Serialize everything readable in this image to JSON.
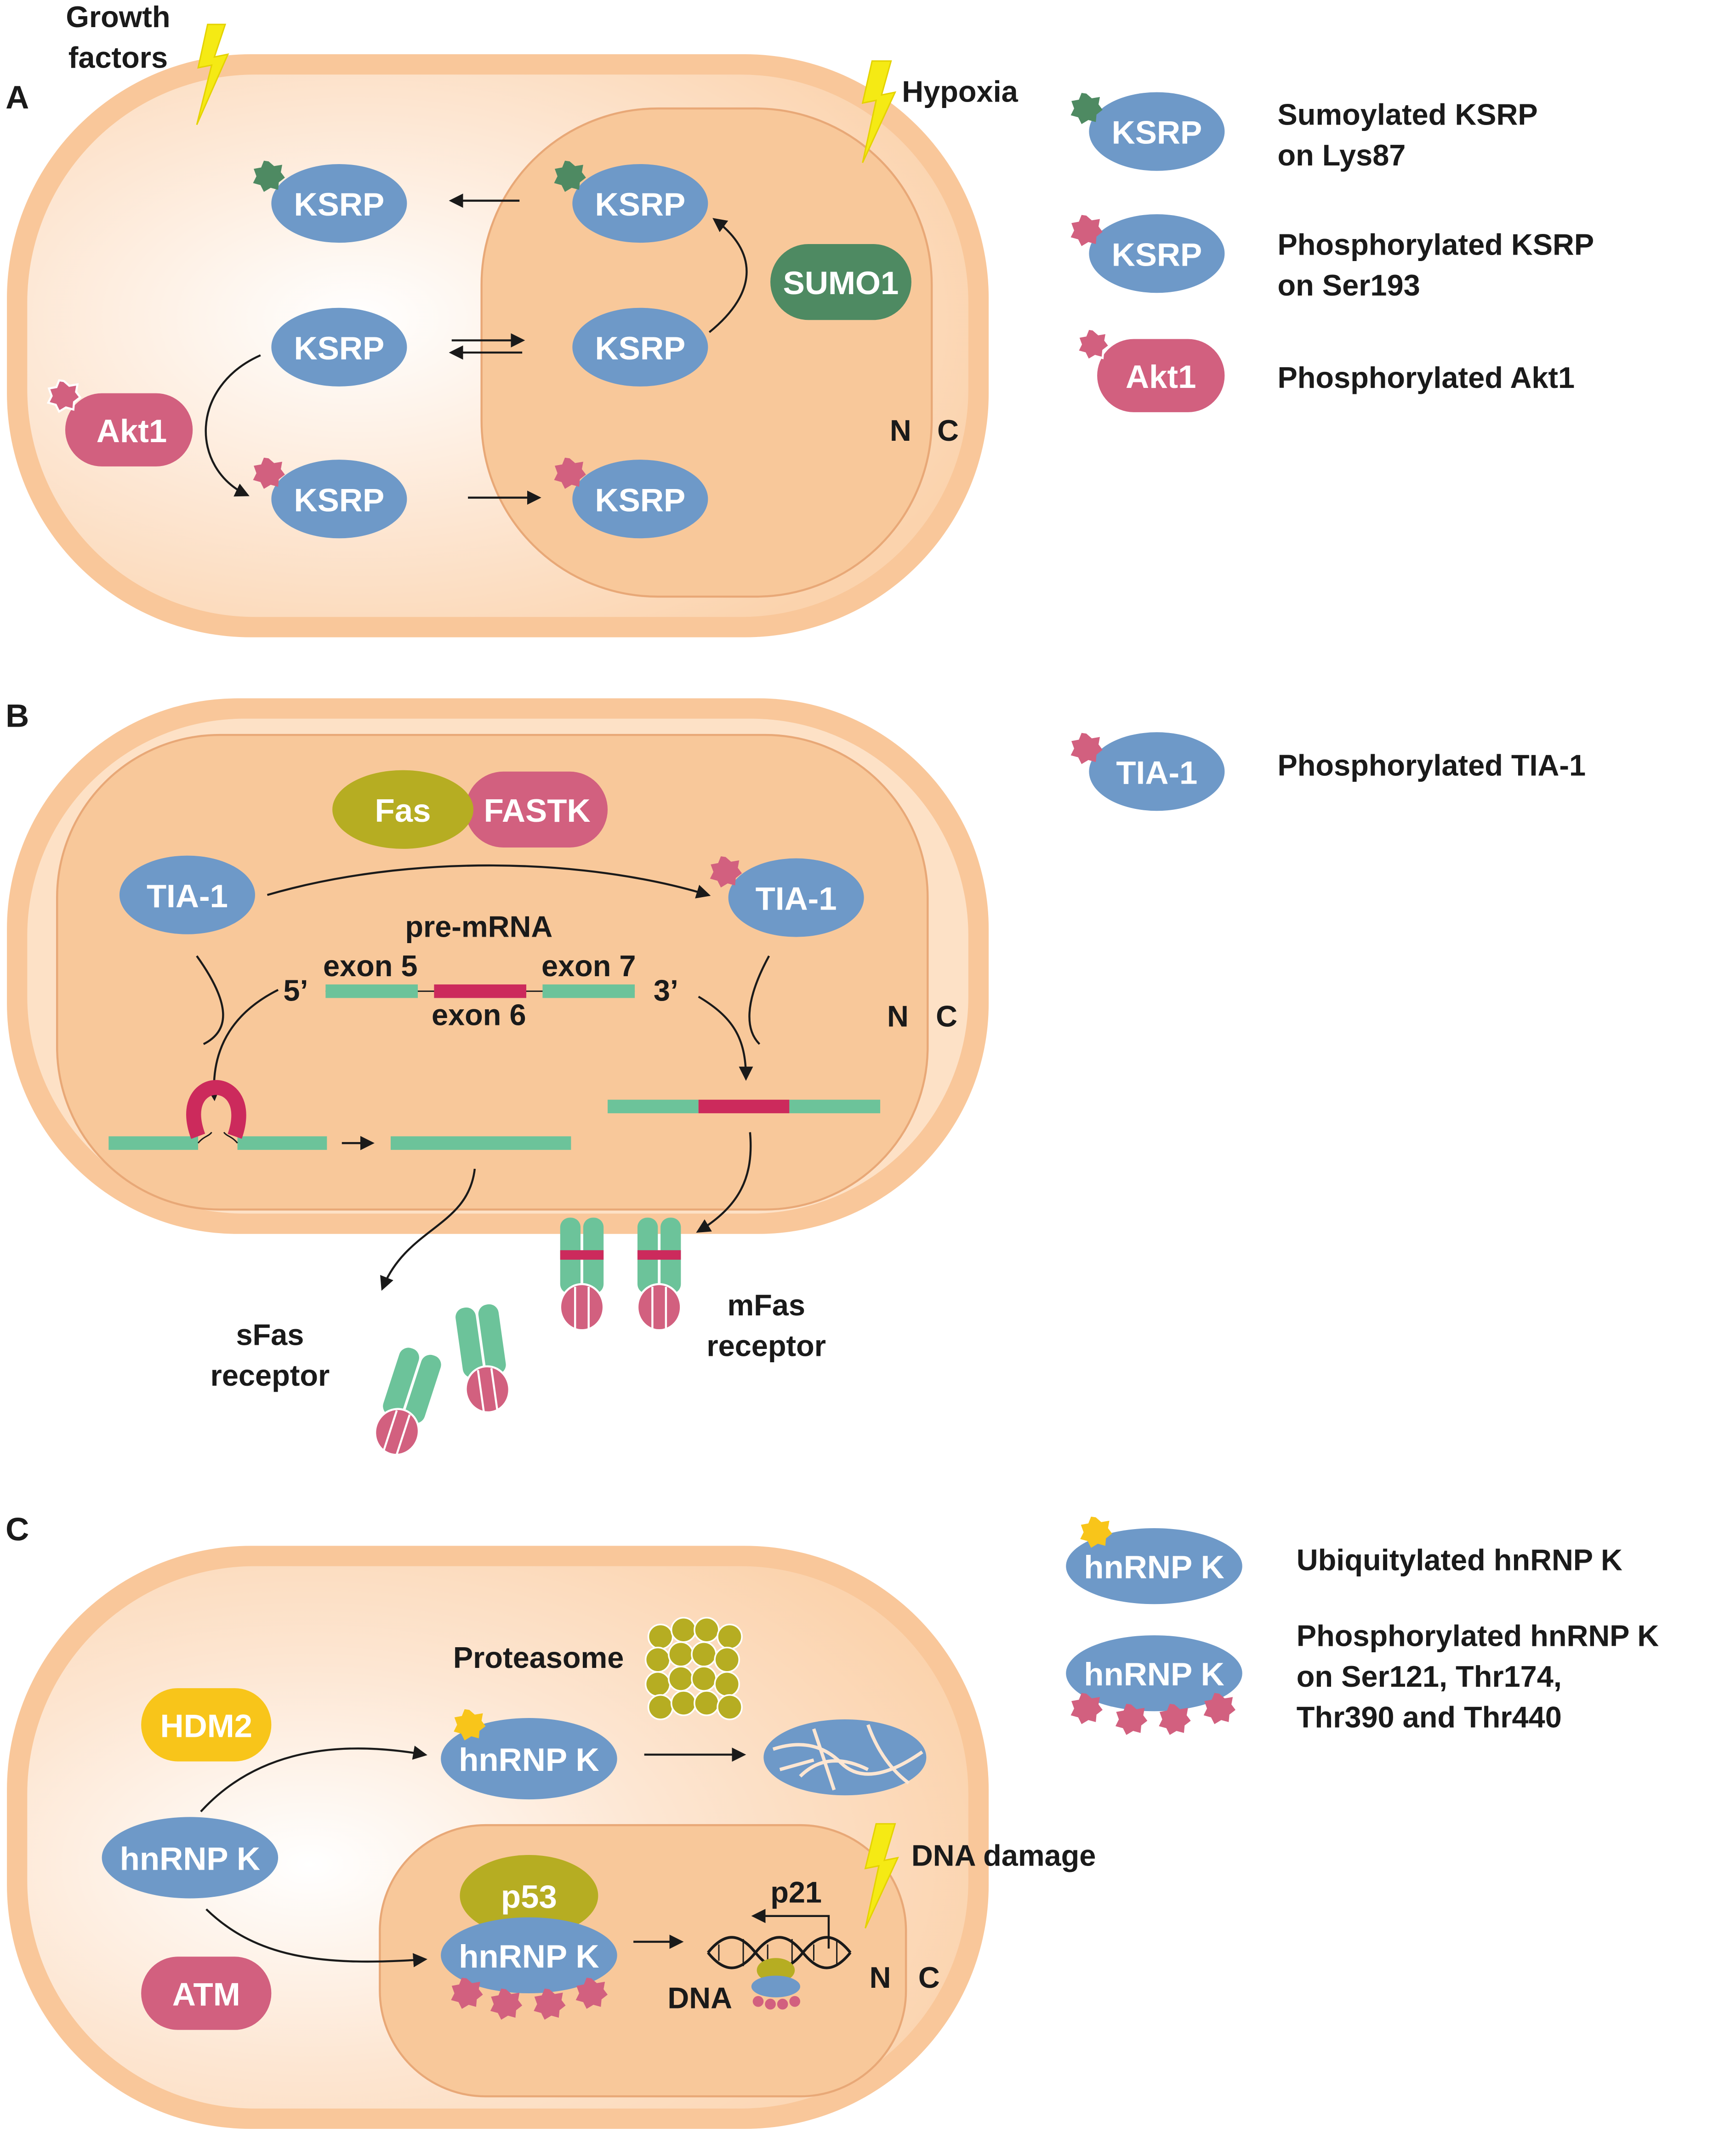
{
  "panel_letters": {
    "a": "A",
    "b": "B",
    "c": "C"
  },
  "stimuli": {
    "growth_factors": [
      "Growth",
      "factors"
    ],
    "hypoxia": "Hypoxia",
    "dna_damage": "DNA damage"
  },
  "compartments": {
    "nucleus": "N",
    "cytoplasm": "C"
  },
  "proteins": {
    "ksrp": "KSRP",
    "sumo1": "SUMO1",
    "akt1": "Akt1",
    "tia1": "TIA-1",
    "fas": "Fas",
    "fastk": "FASTK",
    "hnrnpk": "hnRNP K",
    "hdm2": "HDM2",
    "atm": "ATM",
    "p53": "p53"
  },
  "panel_b": {
    "pre_mrna": "pre-mRNA",
    "exon5": "exon 5",
    "exon6": "exon 6",
    "exon7": "exon 7",
    "five_prime": "5’",
    "three_prime": "3’",
    "sfas": [
      "sFas",
      "receptor"
    ],
    "mfas": [
      "mFas",
      "receptor"
    ]
  },
  "panel_c": {
    "proteasome": "Proteasome",
    "p21": "p21",
    "dna": "DNA"
  },
  "legend": {
    "sumo_ksrp": [
      "Sumoylated KSRP",
      "on Lys87"
    ],
    "phos_ksrp": [
      "Phosphorylated KSRP",
      "on Ser193"
    ],
    "phos_akt1": "Phosphorylated Akt1",
    "phos_tia1": "Phosphorylated TIA-1",
    "ubiq_hnrnpk": "Ubiquitylated hnRNP K",
    "phos_hnrnpk": [
      "Phosphorylated hnRNP K",
      "on Ser121, Thr174,",
      "Thr390 and Thr440"
    ]
  },
  "colors": {
    "cell_membrane": "#f9c79a",
    "cytoplasm": "#fde5d0",
    "nucleus": "#f8c89a",
    "blue_protein": "#6e99c8",
    "pink_protein": "#d2607f",
    "green_sumo": "#4e8a62",
    "olive": "#b6ad22",
    "yellow": "#f8c51a",
    "teal_exon": "#6cc39a",
    "red_exon": "#cc2a5c",
    "lightning": "#f5ea14"
  }
}
